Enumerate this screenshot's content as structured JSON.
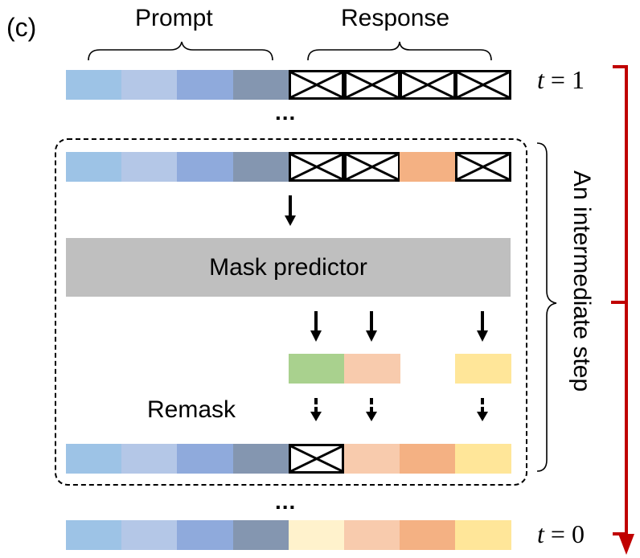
{
  "panel_label": "(c)",
  "labels": {
    "prompt": "Prompt",
    "response": "Response",
    "mask_predictor": "Mask predictor",
    "remask": "Remask",
    "intermediate_step": "An intermediate step",
    "ellipsis_top": "...",
    "ellipsis_bottom": "..."
  },
  "time": {
    "start_var": "t",
    "start_eq": " = 1",
    "end_var": "t",
    "end_eq": " = 0"
  },
  "colors": {
    "prompt_tokens": [
      "#9dc3e6",
      "#b4c7e7",
      "#8faadc",
      "#8496b0"
    ],
    "orange": "#f4b183",
    "light_orange": "#f8cbad",
    "green": "#a9d18e",
    "yellow": "#ffe699",
    "cream": "#fff2cc",
    "predictor": "#bfbfbf",
    "timeline": "#c00000"
  },
  "rows": {
    "row_t1": [
      "prompt0",
      "prompt1",
      "prompt2",
      "prompt3",
      "mask",
      "mask",
      "mask",
      "mask"
    ],
    "row_input": [
      "prompt0",
      "prompt1",
      "prompt2",
      "prompt3",
      "mask",
      "mask",
      "orange",
      "mask"
    ],
    "row_predicted": [
      "empty",
      "empty",
      "empty",
      "empty",
      "green",
      "light_orange",
      "empty",
      "yellow"
    ],
    "row_remasked": [
      "prompt0",
      "prompt1",
      "prompt2",
      "prompt3",
      "mask",
      "light_orange",
      "orange",
      "yellow"
    ],
    "row_t0": [
      "prompt0",
      "prompt1",
      "prompt2",
      "prompt3",
      "cream",
      "light_orange",
      "orange",
      "yellow"
    ]
  }
}
